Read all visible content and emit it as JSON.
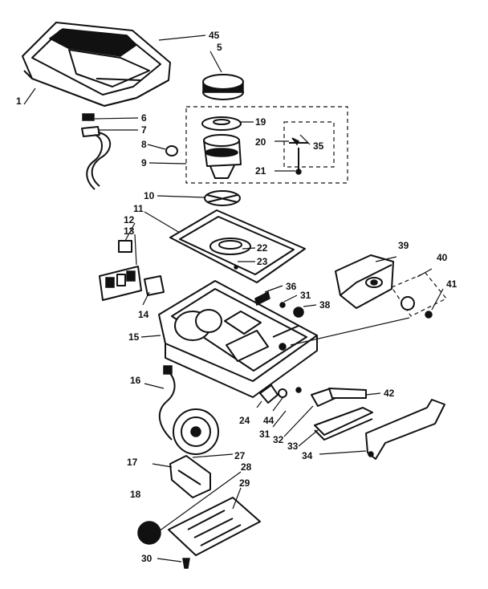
{
  "callouts": [
    "1",
    "5",
    "6",
    "7",
    "8",
    "9",
    "10",
    "11",
    "12",
    "13",
    "14",
    "15",
    "16",
    "17",
    "18",
    "19",
    "20",
    "21",
    "22",
    "23",
    "24",
    "27",
    "28",
    "29",
    "30",
    "31",
    "31",
    "32",
    "33",
    "34",
    "35",
    "36",
    "38",
    "39",
    "40",
    "41",
    "42",
    "44",
    "45"
  ]
}
